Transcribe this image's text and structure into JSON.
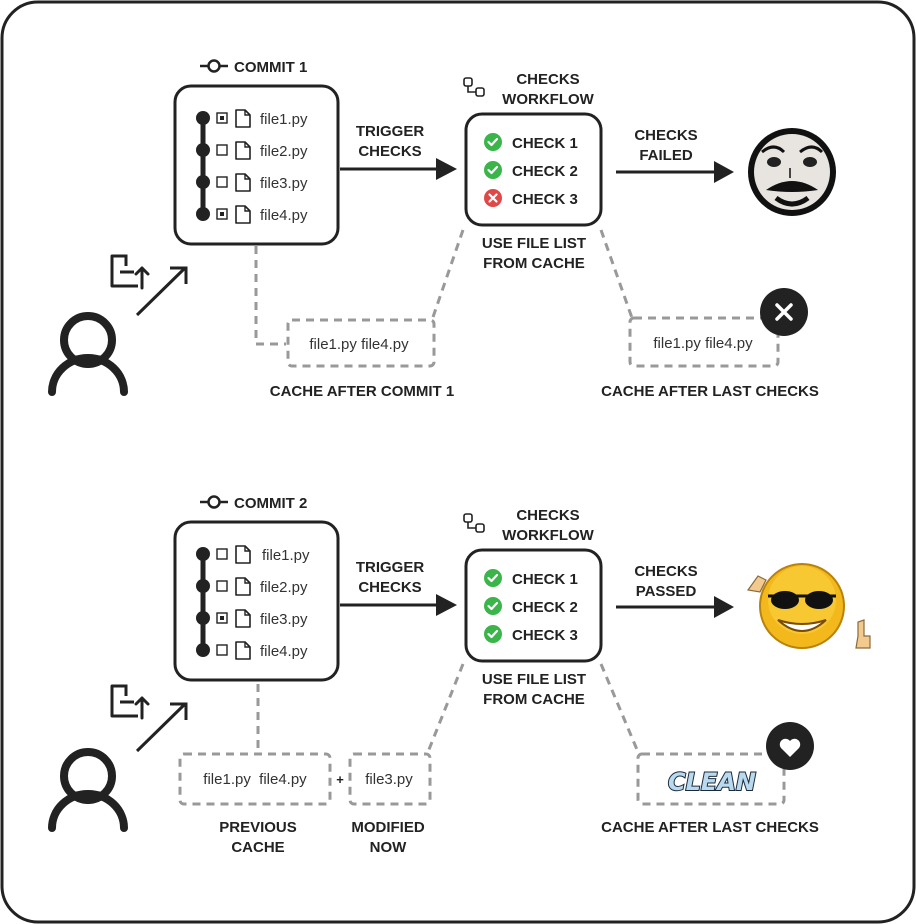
{
  "panels": [
    {
      "commit": {
        "title": "COMMIT 1",
        "files": [
          {
            "name": "file1.py",
            "marked": true
          },
          {
            "name": "file2.py",
            "marked": false
          },
          {
            "name": "file3.py",
            "marked": false
          },
          {
            "name": "file4.py",
            "marked": true
          }
        ]
      },
      "trigger": [
        "TRIGGER",
        "CHECKS"
      ],
      "workflow": {
        "title": [
          "CHECKS",
          "WORKFLOW"
        ],
        "checks": [
          {
            "label": "CHECK 1",
            "status": "pass"
          },
          {
            "label": "CHECK 2",
            "status": "pass"
          },
          {
            "label": "CHECK 3",
            "status": "fail"
          }
        ]
      },
      "result": [
        "CHECKS",
        "FAILED"
      ],
      "use_cache": [
        "USE FILE LIST",
        "FROM CACHE"
      ],
      "cache_left": {
        "text": "file1.py file4.py",
        "label": [
          "CACHE AFTER COMMIT 1"
        ]
      },
      "cache_right": {
        "text": "file1.py file4.py",
        "label": "CACHE AFTER LAST CHECKS"
      }
    },
    {
      "commit": {
        "title": "COMMIT 2",
        "files": [
          {
            "name": "file1.py",
            "marked": false
          },
          {
            "name": "file2.py",
            "marked": false
          },
          {
            "name": "file3.py",
            "marked": true
          },
          {
            "name": "file4.py",
            "marked": false
          }
        ]
      },
      "trigger": [
        "TRIGGER",
        "CHECKS"
      ],
      "workflow": {
        "title": [
          "CHECKS",
          "WORKFLOW"
        ],
        "checks": [
          {
            "label": "CHECK 1",
            "status": "pass"
          },
          {
            "label": "CHECK 2",
            "status": "pass"
          },
          {
            "label": "CHECK 3",
            "status": "pass"
          }
        ]
      },
      "result": [
        "CHECKS",
        "PASSED"
      ],
      "use_cache": [
        "USE FILE LIST",
        "FROM CACHE"
      ],
      "prev_cache": {
        "text": "file1.py  file4.py",
        "label": [
          "PREVIOUS",
          "CACHE"
        ]
      },
      "plus": "+",
      "modified": {
        "text": "file3.py",
        "label": [
          "MODIFIED",
          "NOW"
        ]
      },
      "cache_right": {
        "text": "CLEAN",
        "label": "CACHE AFTER LAST CHECKS"
      }
    }
  ],
  "colors": {
    "ink": "#222222",
    "pass": "#3bb54a",
    "fail": "#e04848",
    "dash": "#999999"
  },
  "icons": {
    "panel1_badge": "close-icon",
    "panel2_badge": "heart-icon",
    "panel1_reaction": "sad-face-icon",
    "panel2_reaction": "cool-smiley-icon"
  }
}
